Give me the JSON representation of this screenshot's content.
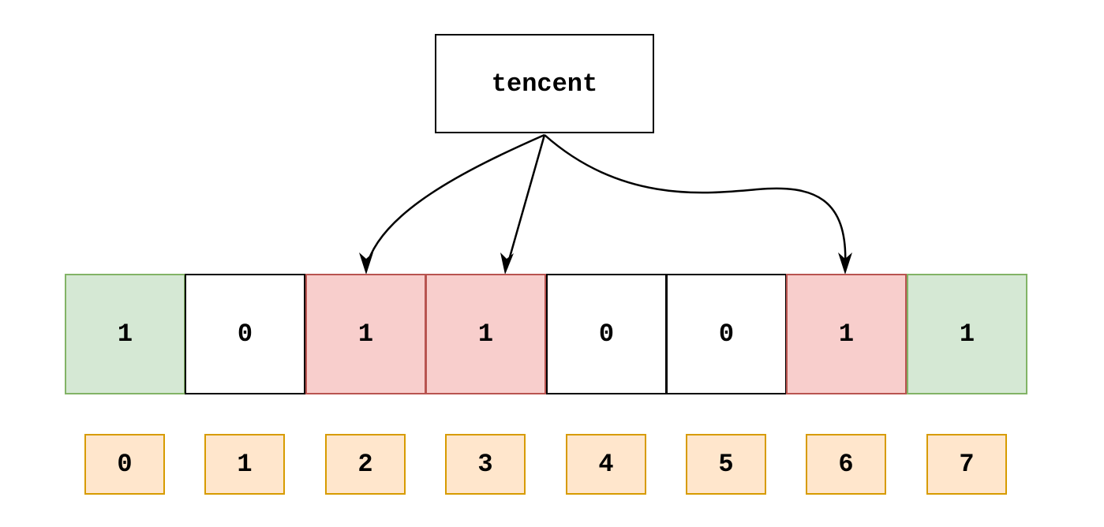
{
  "key": {
    "label": "tencent"
  },
  "bits": [
    {
      "value": "1",
      "state": "preset"
    },
    {
      "value": "0",
      "state": "empty"
    },
    {
      "value": "1",
      "state": "hashed"
    },
    {
      "value": "1",
      "state": "hashed"
    },
    {
      "value": "0",
      "state": "empty"
    },
    {
      "value": "0",
      "state": "empty"
    },
    {
      "value": "1",
      "state": "hashed"
    },
    {
      "value": "1",
      "state": "preset"
    }
  ],
  "indices": [
    "0",
    "1",
    "2",
    "3",
    "4",
    "5",
    "6",
    "7"
  ],
  "arrow_targets": [
    2,
    3,
    6
  ],
  "colors": {
    "preset_fill": "#d5e8d4",
    "preset_border": "#82b366",
    "hashed_fill": "#f8cecc",
    "hashed_border": "#b85450",
    "empty_fill": "#ffffff",
    "empty_border": "#000000",
    "index_fill": "#ffe6cc",
    "index_border": "#d79b00",
    "arrow": "#000000"
  }
}
